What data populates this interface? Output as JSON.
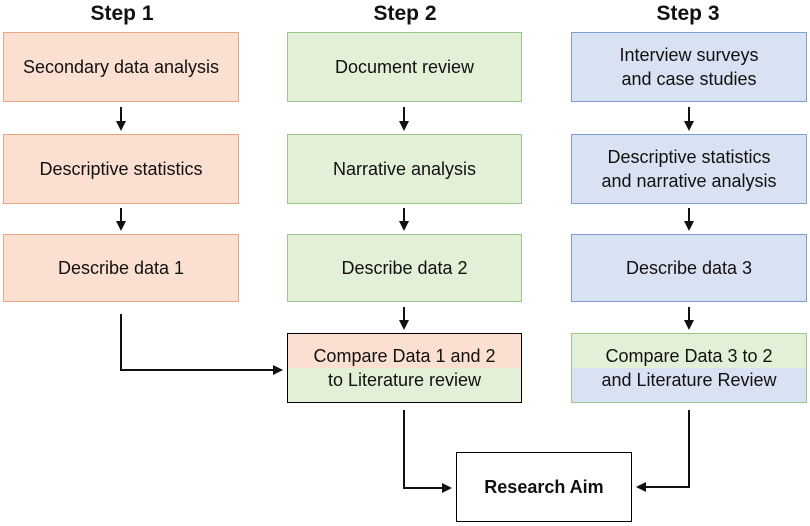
{
  "steps": [
    {
      "title": "Step 1",
      "boxes": [
        "Secondary data analysis",
        "Descriptive statistics",
        "Describe data 1"
      ]
    },
    {
      "title": "Step 2",
      "boxes": [
        "Document review",
        "Narrative analysis",
        "Describe data 2"
      ],
      "compare": [
        "Compare Data 1 and 2",
        "to Literature review"
      ]
    },
    {
      "title": "Step 3",
      "boxes": [
        [
          "Interview surveys",
          "and case studies"
        ],
        [
          "Descriptive statistics",
          "and narrative analysis"
        ],
        "Describe data 3"
      ],
      "compare": [
        "Compare Data 3 to 2",
        "and Literature Review"
      ]
    }
  ],
  "outcome": "Research Aim",
  "colors": {
    "step1_fill": "#fbe0d1",
    "step1_border": "#e8a77e",
    "step2_fill": "#e3f0d8",
    "step2_border": "#9cc78a",
    "step3_fill": "#d8e2f3",
    "step3_border": "#7f9fd2"
  }
}
